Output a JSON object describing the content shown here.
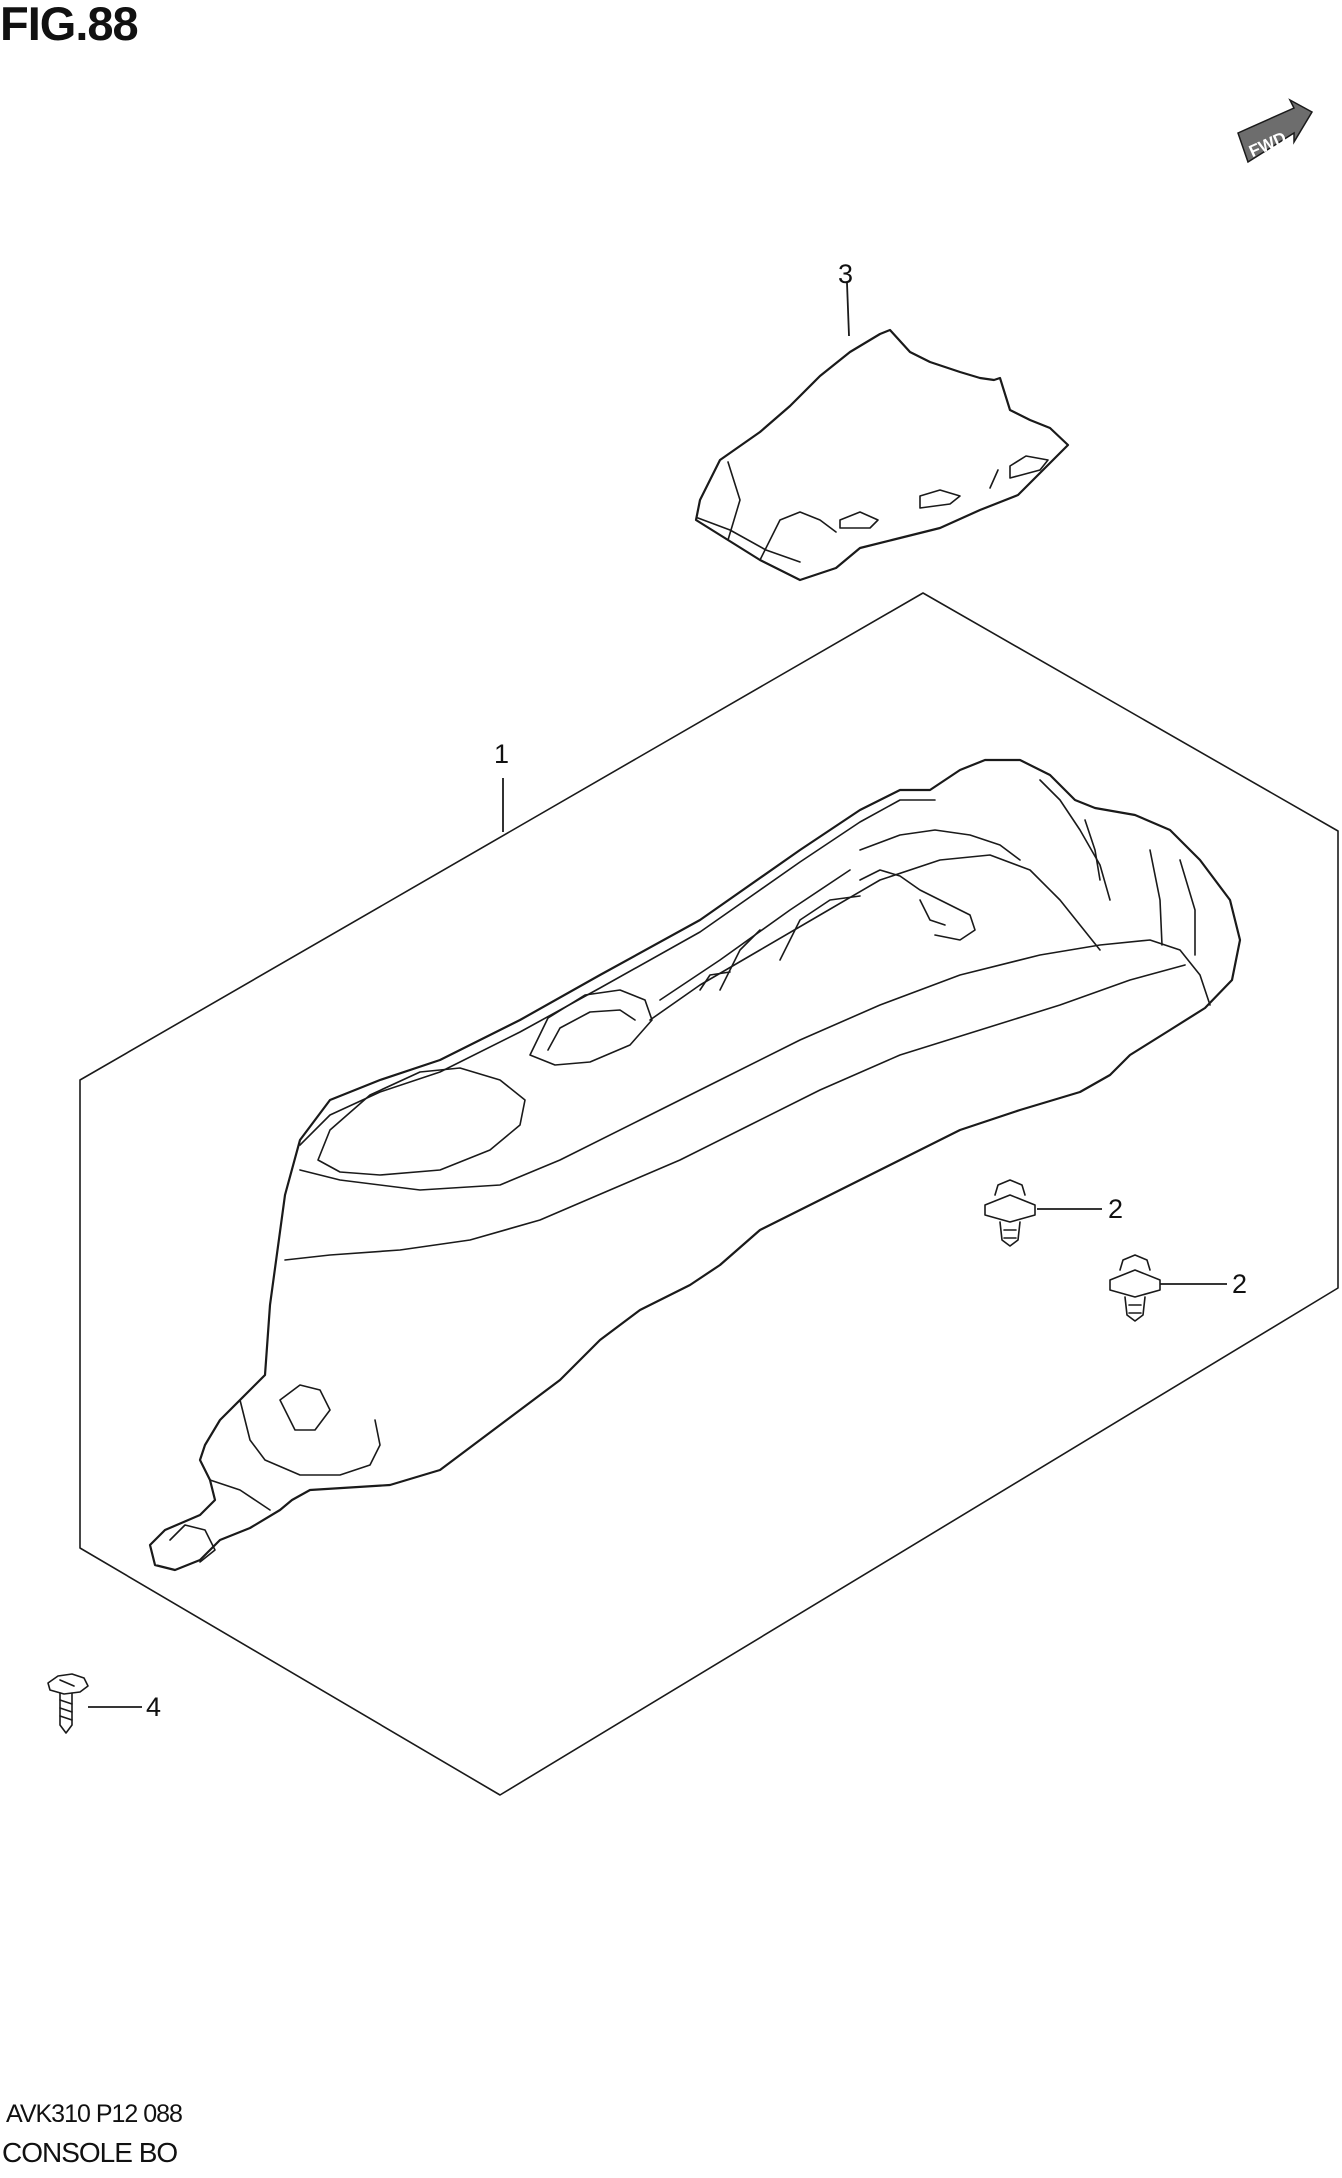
{
  "figure": {
    "title": "FIG.88",
    "direction_badge": "FWD"
  },
  "callouts": [
    {
      "id": "1",
      "label": "1"
    },
    {
      "id": "2a",
      "label": "2"
    },
    {
      "id": "2b",
      "label": "2"
    },
    {
      "id": "3",
      "label": "3"
    },
    {
      "id": "4",
      "label": "4"
    }
  ],
  "footer": {
    "code": "AVK310 P12 088",
    "name": "CONSOLE BO"
  },
  "colors": {
    "line": "#1a1a1a",
    "background": "#ffffff"
  },
  "icons": [
    "fwd-arrow-icon",
    "clip-icon",
    "screw-icon"
  ]
}
